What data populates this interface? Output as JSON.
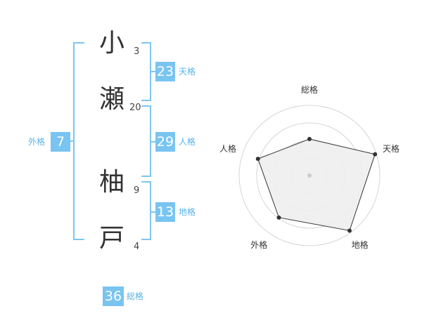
{
  "name": {
    "chars": [
      {
        "char": "小",
        "strokes": "3"
      },
      {
        "char": "瀬",
        "strokes": "20"
      },
      {
        "char": "柚",
        "strokes": "9"
      },
      {
        "char": "戸",
        "strokes": "4"
      }
    ]
  },
  "fortunes": {
    "ten": {
      "value": "23",
      "label": "天格"
    },
    "jin": {
      "value": "29",
      "label": "人格"
    },
    "chi": {
      "value": "13",
      "label": "地格"
    },
    "gai": {
      "value": "7",
      "label": "外格"
    },
    "sou": {
      "value": "36",
      "label": "総格"
    }
  },
  "colors": {
    "accent": "#79c4f1",
    "bracket": "#7cc6f2",
    "text": "#333333"
  },
  "chart_data": {
    "type": "radar",
    "axes": [
      "総格",
      "天格",
      "地格",
      "外格",
      "人格"
    ],
    "values": [
      0.52,
      0.98,
      0.97,
      0.74,
      0.77
    ],
    "range": [
      0,
      1
    ],
    "rings": 4
  }
}
